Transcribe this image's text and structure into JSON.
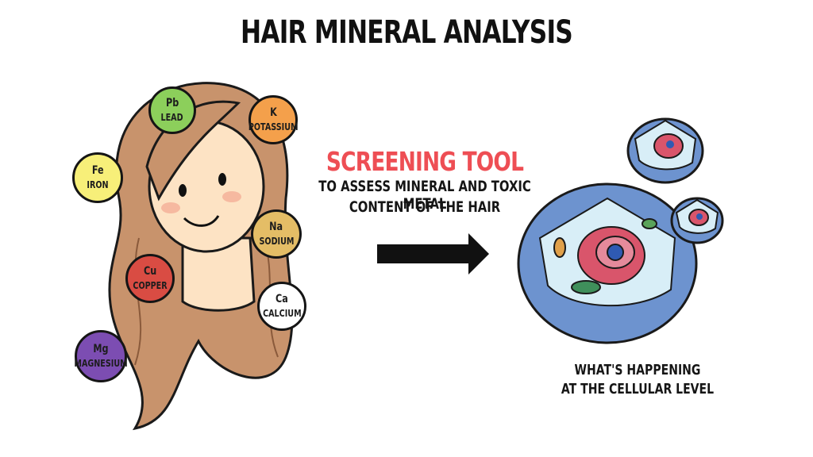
{
  "title": "HAIR MINERAL ANALYSIS",
  "center": {
    "headline": "SCREENING TOOL",
    "line1": "TO ASSESS MINERAL AND TOXIC METAL",
    "line2": "CONTENT OF THE HAIR"
  },
  "caption": {
    "line1": "WHAT'S HAPPENING",
    "line2": "AT THE CELLULAR LEVEL"
  },
  "minerals": [
    {
      "symbol": "Pb",
      "name": "LEAD",
      "color": "#8ccf5b"
    },
    {
      "symbol": "K",
      "name": "POTASSIUM",
      "color": "#f4a04b"
    },
    {
      "symbol": "Fe",
      "name": "IRON",
      "color": "#f7ef79"
    },
    {
      "symbol": "Na",
      "name": "SODIUM",
      "color": "#e4bd66"
    },
    {
      "symbol": "Cu",
      "name": "COPPER",
      "color": "#d94c43"
    },
    {
      "symbol": "Ca",
      "name": "CALCIUM",
      "color": "#ffffff"
    },
    {
      "symbol": "Mg",
      "name": "MAGNESIUM",
      "color": "#7c4db2"
    }
  ],
  "colors": {
    "hair": "#c8936c",
    "skin": "#fde3c4",
    "cell_blue": "#6d93cf",
    "arrow": "#111111"
  }
}
